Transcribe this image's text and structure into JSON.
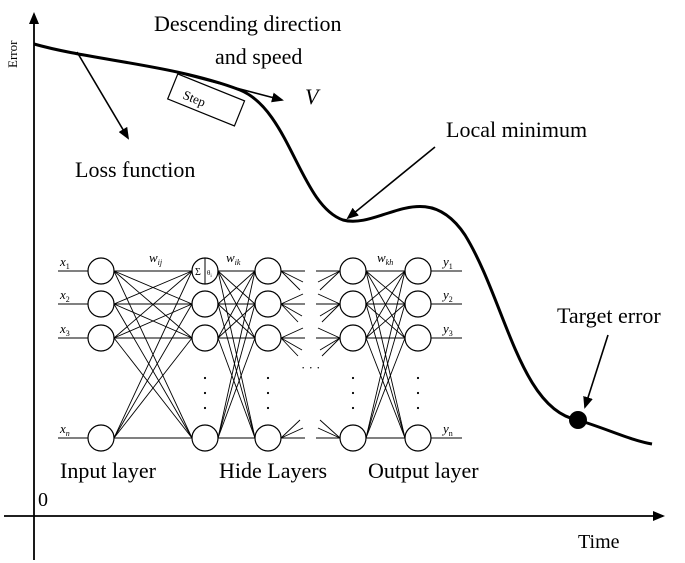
{
  "axes": {
    "y_label": "Error",
    "x_label": "Time",
    "origin_label": "0"
  },
  "annotations": {
    "descending_line1": "Descending direction",
    "descending_line2": "and speed",
    "velocity_symbol": "V",
    "step_label": "Step",
    "loss_function": "Loss function",
    "local_minimum": "Local minimum",
    "target_error": "Target error"
  },
  "network": {
    "inputs": [
      "x",
      "x",
      "x",
      "x"
    ],
    "input_subscripts": [
      "1",
      "2",
      "3",
      "n"
    ],
    "outputs": [
      "y",
      "y",
      "y",
      "y"
    ],
    "output_subscripts": [
      "1",
      "2",
      "3",
      "n"
    ],
    "weight_ij": "w",
    "weight_ij_sub": "ij",
    "weight_ik": "w",
    "weight_ik_sub": "ik",
    "weight_kh": "w",
    "weight_kh_sub": "kh",
    "sum_symbol": "Σ",
    "theta_symbol": "θ",
    "theta_sub": "i",
    "hidden_ellipsis": "· · ·",
    "input_layer": "Input layer",
    "hide_layers": "Hide Layers",
    "output_layer": "Output layer"
  }
}
